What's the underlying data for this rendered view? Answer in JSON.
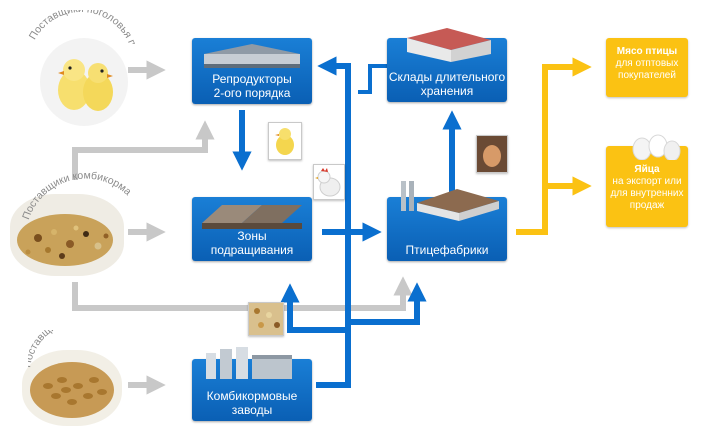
{
  "suppliers": {
    "poultry": "Поставщики поголовья птицы",
    "feed": "Поставщики комбикорма",
    "grain": "Поставщики зерна"
  },
  "nodes": {
    "breeders": "Репродукторы\n2-ого порядка",
    "rearing": "Зоны\nподращивания",
    "feedmill": "Комбикормовые\nзаводы",
    "storage": "Склады длительного\nхранения",
    "farms": "Птицефабрики"
  },
  "outputs": {
    "meat_title": "Мясо птицы",
    "meat_sub": "для отптовых покупателей",
    "eggs_title": "Яйца",
    "eggs_sub": "на экспорт или для внутренних продаж"
  },
  "colors": {
    "blue": "#0a6fcf",
    "gray": "#c8c8c8",
    "yellow": "#fbc213"
  },
  "icons": [
    "chick-icon",
    "hen-icon",
    "eggs-icon",
    "feed-pellets-icon",
    "grain-icon",
    "feed-mix-icon"
  ]
}
